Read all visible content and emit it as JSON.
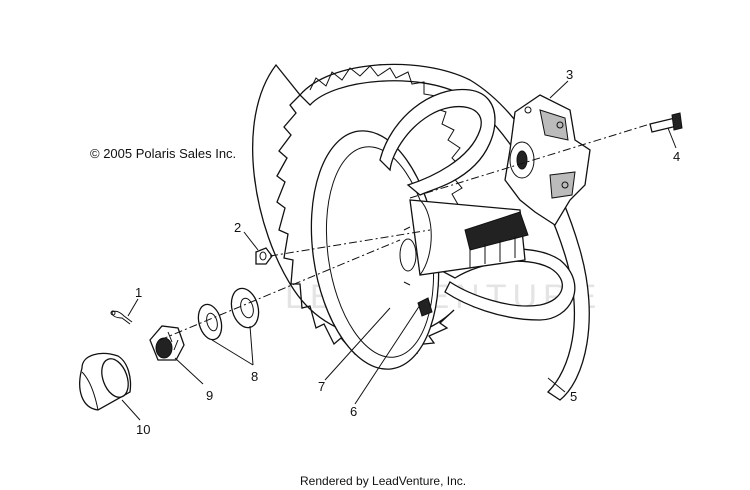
{
  "copyright": "© 2005 Polaris Sales Inc.",
  "footer": "Rendered by LeadVenture, Inc.",
  "watermark": "LEADVENTURE",
  "callouts": [
    {
      "id": "1",
      "text": "1"
    },
    {
      "id": "2",
      "text": "2"
    },
    {
      "id": "3",
      "text": "3"
    },
    {
      "id": "4",
      "text": "4"
    },
    {
      "id": "5",
      "text": "5"
    },
    {
      "id": "6",
      "text": "6"
    },
    {
      "id": "7",
      "text": "7"
    },
    {
      "id": "8",
      "text": "8"
    },
    {
      "id": "9",
      "text": "9"
    },
    {
      "id": "10",
      "text": "10"
    }
  ]
}
